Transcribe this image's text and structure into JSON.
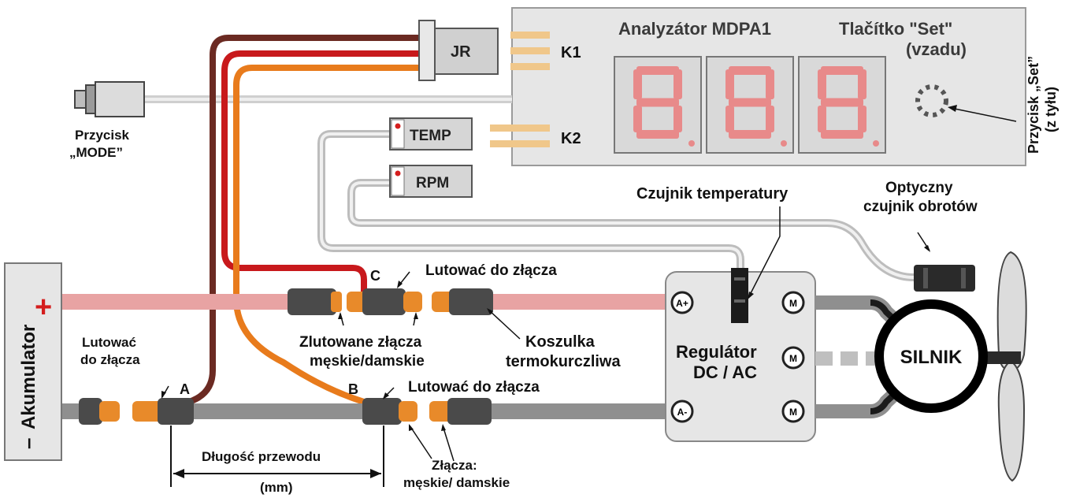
{
  "analyzer": {
    "title": "Analyzátor MDPA1",
    "set_button_title": "Tlačítko \"Set\"",
    "set_button_sub": "(vzadu)",
    "k1": "K1",
    "k2": "K2",
    "jr": "JR",
    "temp": "TEMP",
    "rpm": "RPM"
  },
  "mode_button": {
    "line1": "Przycisk",
    "line2": "„MODE”"
  },
  "set_side": {
    "line1": "Przycisk „Set”",
    "line2": "(z tyłu)"
  },
  "battery": {
    "label": "Akumulator",
    "plus": "+",
    "minus": "–"
  },
  "points": {
    "a": "A",
    "b": "B",
    "c": "C"
  },
  "labels": {
    "solder_c": "Lutować do złącza",
    "solder_b": "Lutować do złącza",
    "solder_a_line1": "Lutować",
    "solder_a_line2": "do złącza",
    "soldered_line1": "Zlutowane złącza",
    "soldered_line2": "męskie/damskie",
    "shrink_line1": "Koszulka",
    "shrink_line2": "termokurczliwa",
    "temp_sensor": "Czujnik temperatury",
    "optical_line1": "Optyczny",
    "optical_line2": "czujnik obrotów",
    "connectors_line1": "Złącza:",
    "connectors_line2": "męskie/ damskie",
    "wire_length": "Długość przewodu",
    "wire_unit": "(mm)"
  },
  "regulator": {
    "line1": "Regulátor",
    "line2": "DC / AC",
    "a_plus": "A+",
    "a_minus": "A-",
    "m": "M"
  },
  "motor": {
    "label": "SILNIK"
  }
}
